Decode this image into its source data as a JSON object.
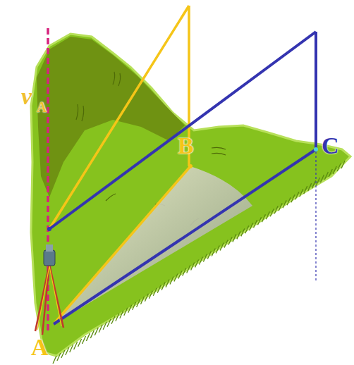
{
  "diagram": {
    "labels": [
      "v",
      "A",
      "B",
      "C",
      "A"
    ]
  }
}
